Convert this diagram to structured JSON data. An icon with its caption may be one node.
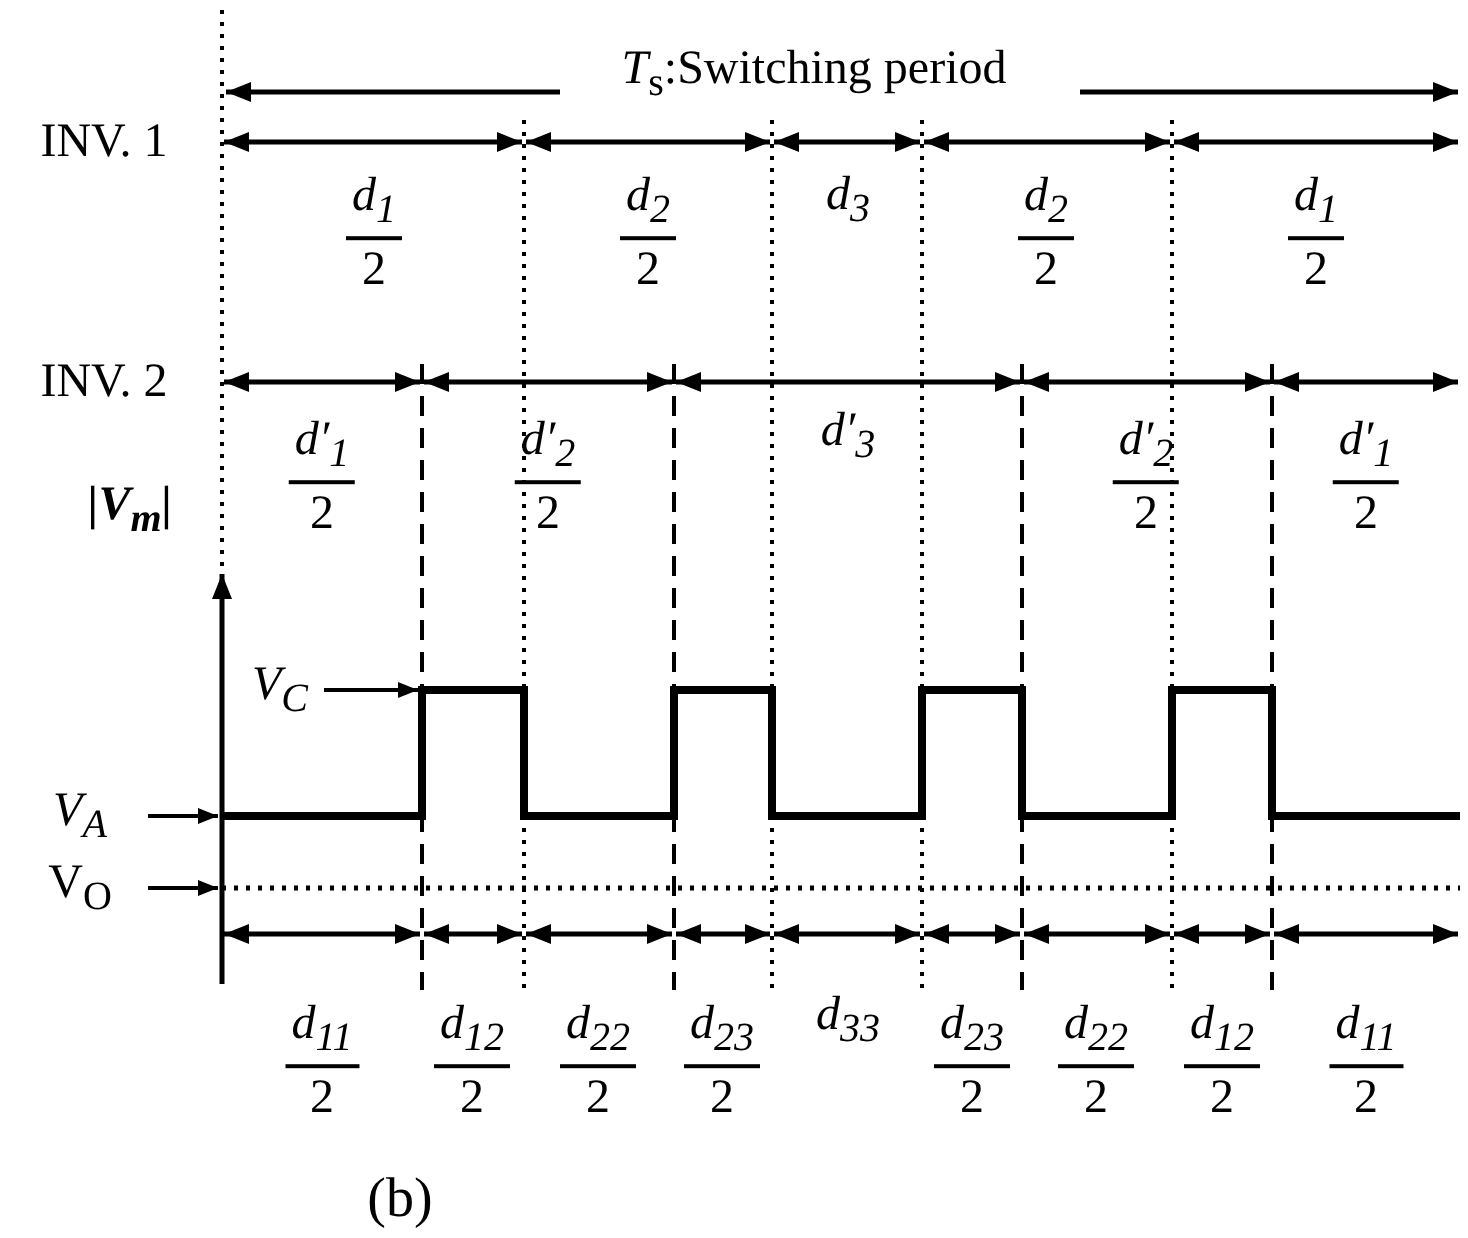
{
  "diagram": {
    "caption": "(b)",
    "labels": [
      "*T*$_{s}$:Switching period",
      "INV. 1",
      "d$_{1}$",
      "2",
      "d$_{2}$",
      "2",
      "d$_{3}$",
      "d$_{2}$",
      "2",
      "d$_{1}$",
      "2",
      "INV. 2",
      "d′$_{1}$",
      "2",
      "d′$_{2}$",
      "2",
      "d′$_{3}$",
      "d′$_{2}$",
      "2",
      "d′$_{1}$",
      "2",
      "|V$_{m}$|",
      "V$_{C}$",
      "V$_{A}$",
      "V$_{O}$",
      "d$_{11}$",
      "2",
      "d$_{12}$",
      "2",
      "d$_{22}$",
      "2",
      "d$_{23}$",
      "2",
      "d$_{33}$",
      "d$_{23}$",
      "2",
      "d$_{22}$",
      "2",
      "d$_{12}$",
      "2",
      "d$_{11}$",
      "2"
    ]
  }
}
